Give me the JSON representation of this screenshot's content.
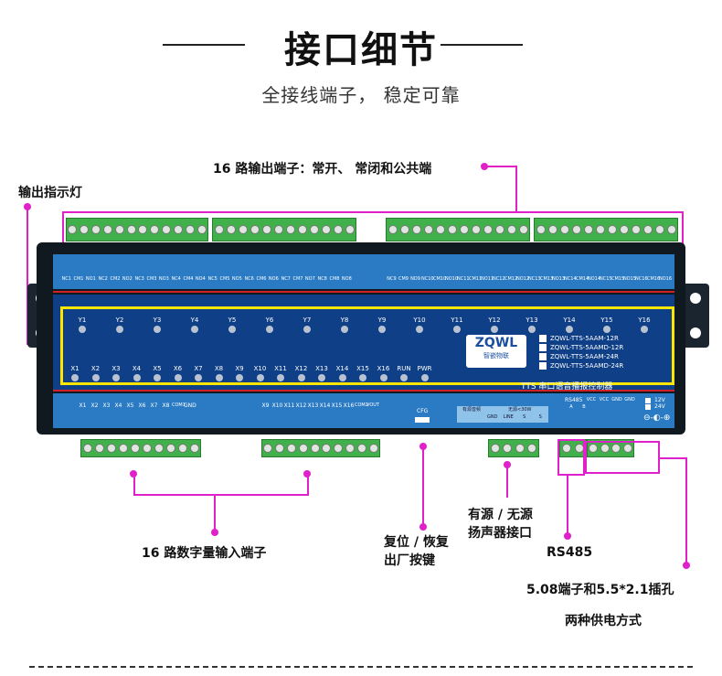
{
  "header": {
    "title": "接口细节",
    "subtitle": "全接线端子，  稳定可靠"
  },
  "callouts": {
    "relay_outputs": "16 路输出端子：常开、 常闭和公共端",
    "indicator": "输出指示灯",
    "digital_inputs": "16 路数字量输入端子",
    "reset": [
      "复位 / 恢复",
      "出厂按键"
    ],
    "speaker": [
      "有源 / 无源",
      "扬声器接口"
    ],
    "rs485": "RS485",
    "power": [
      "5.08端子和5.5*2.1插孔",
      "两种供电方式"
    ]
  },
  "device": {
    "top_labels_left": [
      "NC1",
      "CM1",
      "NO1",
      "NC2",
      "CM2",
      "NO2",
      "NC3",
      "CM3",
      "NO3",
      "NC4",
      "CM4",
      "NO4",
      "NC5",
      "CM5",
      "NO5",
      "NC6",
      "CM6",
      "NO6",
      "NC7",
      "CM7",
      "NO7",
      "NC8",
      "CM8",
      "NO8"
    ],
    "top_labels_right": [
      "NC9",
      "CM9",
      "NO9",
      "NC10",
      "CM10",
      "NO10",
      "NC11",
      "CM11",
      "NO11",
      "NC12",
      "CM12",
      "NO12",
      "NC13",
      "CM13",
      "NO13",
      "NC14",
      "CM14",
      "NO14",
      "NC15",
      "CM15",
      "NO15",
      "NC16",
      "CM16",
      "NO16"
    ],
    "y_leds": [
      "Y1",
      "Y2",
      "Y3",
      "Y4",
      "Y5",
      "Y6",
      "Y7",
      "Y8",
      "Y9",
      "Y10",
      "Y11",
      "Y12",
      "Y13",
      "Y14",
      "Y15",
      "Y16"
    ],
    "x_leds": [
      "X1",
      "X2",
      "X3",
      "X4",
      "X5",
      "X6",
      "X7",
      "X8",
      "X9",
      "X10",
      "X11",
      "X12",
      "X13",
      "X14",
      "X15",
      "X16",
      "RUN",
      "PWR"
    ],
    "logo_text": "ZQWL",
    "logo_sub": "智嵌物联",
    "models": [
      "ZQWL-TTS-5AAM-12R",
      "ZQWL-TTS-5AAMD-12R",
      "ZQWL-TTS-5AAM-24R",
      "ZQWL-TTS-5AAMD-24R"
    ],
    "product_name": "TTS 串口语音播报控制器",
    "bottom_labels_1": [
      "X1",
      "X2",
      "X3",
      "X4",
      "X5",
      "X6",
      "X7",
      "X8",
      "COM1",
      "GND"
    ],
    "bottom_labels_2": [
      "X9",
      "X10",
      "X11",
      "X12",
      "X13",
      "X14",
      "X15",
      "X16",
      "COM2",
      "VOUT"
    ],
    "cfg": "CFG",
    "speaker_header": "有源音频",
    "speaker_header2": "无源<30W",
    "speaker_pins": [
      "GND",
      "LINE",
      "S",
      "S"
    ],
    "rs485_label": "RS485",
    "rs485_pins": [
      "A",
      "B"
    ],
    "power_pins": [
      "VCC",
      "VCC",
      "GND",
      "GND"
    ],
    "voltage": [
      "12V",
      "24V"
    ]
  }
}
